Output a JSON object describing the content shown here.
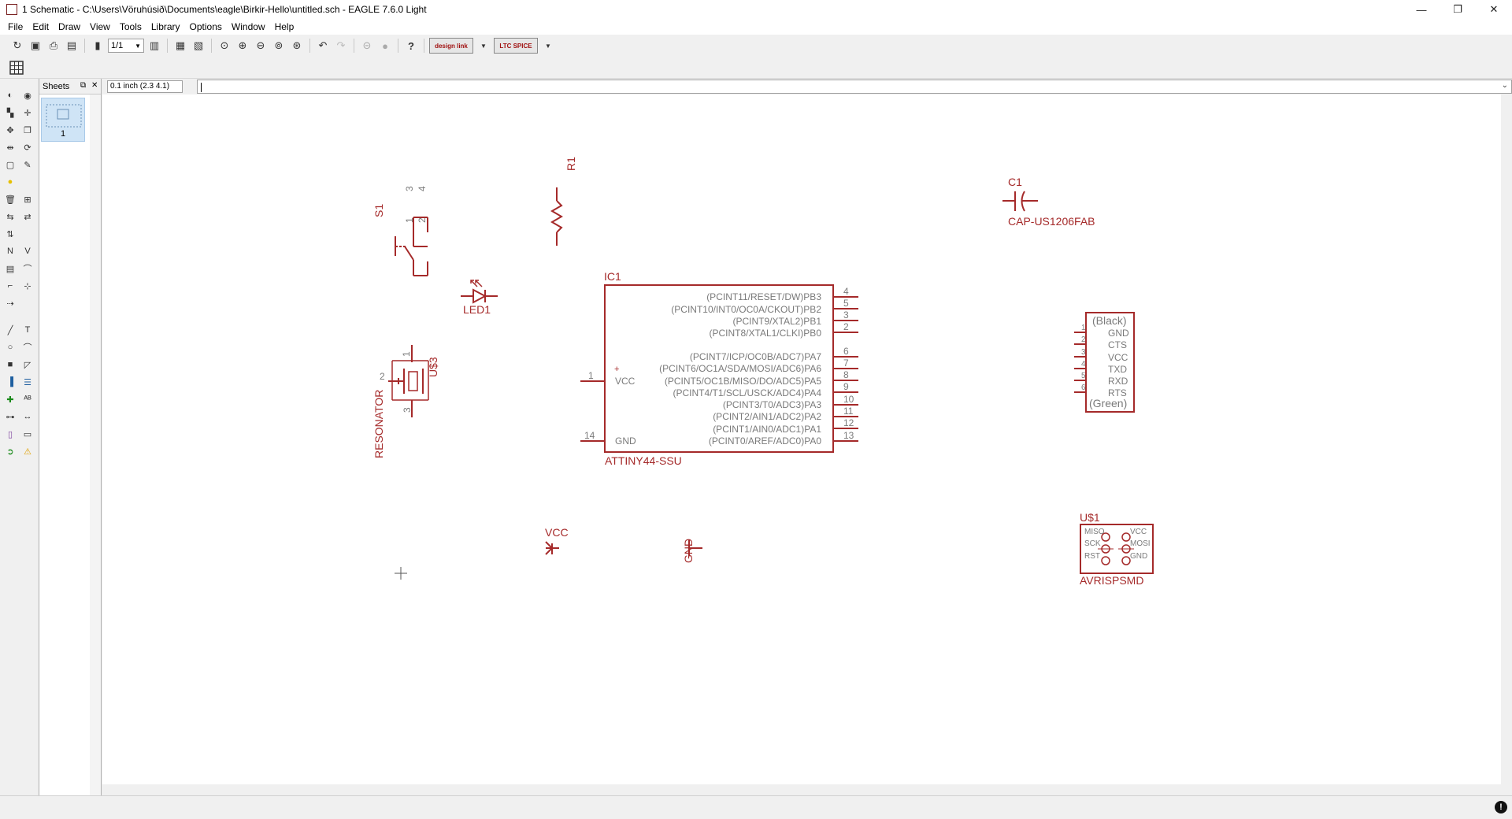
{
  "window": {
    "title": "1 Schematic - C:\\Users\\Vöruhúsið\\Documents\\eagle\\Birkir-Hello\\untitled.sch - EAGLE 7.6.0 Light",
    "minimize": "—",
    "maximize": "❐",
    "close": "✕"
  },
  "menu": [
    "File",
    "Edit",
    "Draw",
    "View",
    "Tools",
    "Library",
    "Options",
    "Window",
    "Help"
  ],
  "toolbar": {
    "sheet_select": "1/1",
    "design_link": "design link",
    "ltspice": "LTC SPICE"
  },
  "sheets": {
    "header": "Sheets",
    "sheet_number": "1"
  },
  "command": {
    "coord_display": "0.1 inch (2.3 4.1)",
    "value": ""
  },
  "schematic": {
    "r1": "R1",
    "s1": "S1",
    "s1_pins": [
      "3",
      "4",
      "2",
      "1"
    ],
    "c1": "C1",
    "c1_value": "CAP-US1206FAB",
    "led1": "LED1",
    "u3": "U$3",
    "u3_value": "RESONATOR",
    "u3_pins": [
      "1",
      "2",
      "3"
    ],
    "ic1": "IC1",
    "ic1_value": "ATTINY44-SSU",
    "ic1_left_pins": [
      {
        "num": "1",
        "label": "VCC"
      },
      {
        "num": "14",
        "label": "GND"
      }
    ],
    "ic1_right_pins": [
      {
        "label": "(PCINT11/RESET/DW)PB3",
        "num": "4"
      },
      {
        "label": "(PCINT10/INT0/OC0A/CKOUT)PB2",
        "num": "5"
      },
      {
        "label": "(PCINT9/XTAL2)PB1",
        "num": "3"
      },
      {
        "label": "(PCINT8/XTAL1/CLKI)PB0",
        "num": "2"
      },
      {
        "label": "(PCINT7/ICP/OC0B/ADC7)PA7",
        "num": "6"
      },
      {
        "label": "(PCINT6/OC1A/SDA/MOSI/ADC6)PA6",
        "num": "7"
      },
      {
        "label": "(PCINT5/OC1B/MISO/DO/ADC5)PA5",
        "num": "8"
      },
      {
        "label": "(PCINT4/T1/SCL/USCK/ADC4)PA4",
        "num": "9"
      },
      {
        "label": "(PCINT3/T0/ADC3)PA3",
        "num": "10"
      },
      {
        "label": "(PCINT2/AIN1/ADC2)PA2",
        "num": "11"
      },
      {
        "label": "(PCINT1/AIN0/ADC1)PA1",
        "num": "12"
      },
      {
        "label": "(PCINT0/AREF/ADC0)PA0",
        "num": "13"
      }
    ],
    "ftdi": {
      "top": "(Black)",
      "bottom": "(Green)",
      "pins": [
        "GND",
        "CTS",
        "VCC",
        "TXD",
        "RXD",
        "RTS"
      ],
      "nums": [
        "1",
        "2",
        "3",
        "4",
        "5",
        "6"
      ]
    },
    "u1": "U$1",
    "u1_value": "AVRISPSMD",
    "u1_left": [
      "MISO",
      "SCK",
      "RST"
    ],
    "u1_right": [
      "VCC",
      "MOSI",
      "GND"
    ],
    "vcc_symbol": "VCC",
    "gnd_symbol": "GND",
    "vcc_plus": "+"
  },
  "colors": {
    "schematic": "#a52a2a",
    "pin_text": "#7a7a7a"
  }
}
